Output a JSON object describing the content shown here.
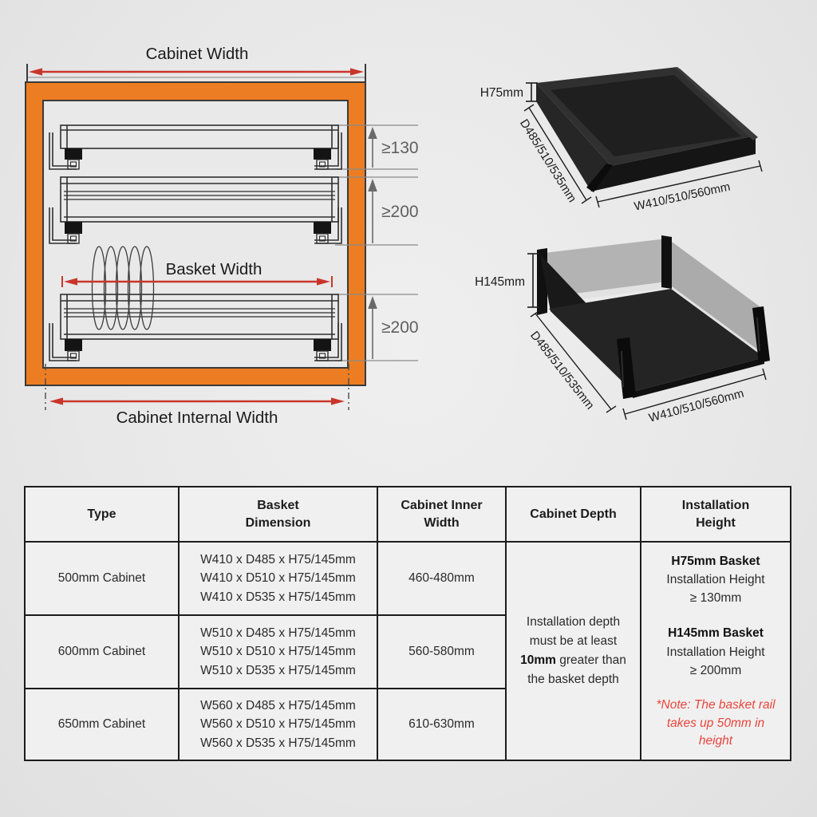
{
  "diagram": {
    "cabinet_width_label": "Cabinet Width",
    "basket_width_label": "Basket Width",
    "cabinet_internal_width_label": "Cabinet Internal Width",
    "clearances": {
      "top": "≥130",
      "middle": "≥200",
      "bottom": "≥200"
    },
    "colors": {
      "frame_orange": "#ED7D22",
      "arrow_red": "#C9352B",
      "leader_gray": "#8A8A8A"
    }
  },
  "products": {
    "h75_basket": {
      "height": "H75mm",
      "depth": "D485/510/535mm",
      "width": "W410/510/560mm"
    },
    "h145_basket": {
      "height": "H145mm",
      "depth": "D485/510/535mm",
      "width": "W410/510/560mm"
    }
  },
  "table": {
    "headers": {
      "type": "Type",
      "basket_dimension": "Basket Dimension",
      "cabinet_inner_width": "Cabinet Inner Width",
      "cabinet_depth": "Cabinet Depth",
      "installation_height": "Installation Height"
    },
    "rows": [
      {
        "type": "500mm Cabinet",
        "dim1": "W410 x D485 x H75/145mm",
        "dim2": "W410 x D510 x H75/145mm",
        "dim3": "W410 x D535 x H75/145mm",
        "inner_width": "460-480mm"
      },
      {
        "type": "600mm Cabinet",
        "dim1": "W510 x D485 x H75/145mm",
        "dim2": "W510 x D510 x H75/145mm",
        "dim3": "W510 x D535 x H75/145mm",
        "inner_width": "560-580mm"
      },
      {
        "type": "650mm Cabinet",
        "dim1": "W560 x D485 x H75/145mm",
        "dim2": "W560 x D510 x H75/145mm",
        "dim3": "W560 x D535 x H75/145mm",
        "inner_width": "610-630mm"
      }
    ],
    "depth_note": {
      "pre": "Installation depth must be at least ",
      "bold": "10mm",
      "post": " greater than the basket depth"
    },
    "install_height": {
      "h75_title": "H75mm Basket",
      "h75_line": "Installation Height",
      "h75_value": "≥ 130mm",
      "h145_title": "H145mm Basket",
      "h145_line": "Installation Height",
      "h145_value": "≥ 200mm",
      "note": "*Note: The basket rail takes up 50mm in height"
    }
  }
}
